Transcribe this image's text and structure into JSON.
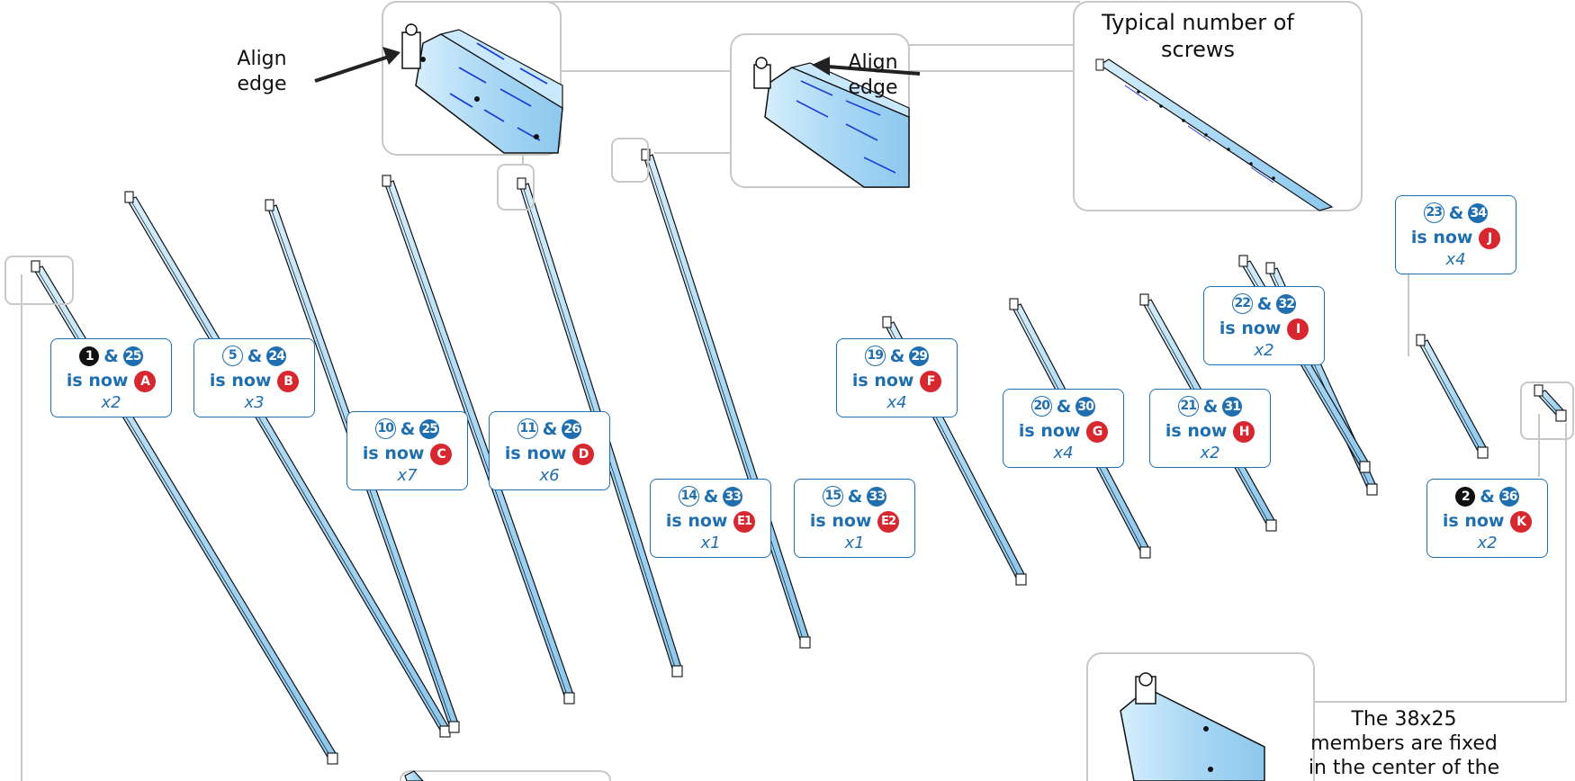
{
  "callouts": {
    "align_left": "Align\nedge",
    "align_right": "Align\nedge",
    "screws": "Typical number of\nscrews",
    "note": "The 38x25\nmembers are fixed\nin the center of the"
  },
  "labels": [
    {
      "n1": "1",
      "s1": "black",
      "n2": "25",
      "code": "A",
      "qty": "x2"
    },
    {
      "n1": "5",
      "s1": "outline",
      "n2": "24",
      "code": "B",
      "qty": "x3"
    },
    {
      "n1": "10",
      "s1": "outline",
      "n2": "25",
      "code": "C",
      "qty": "x7"
    },
    {
      "n1": "11",
      "s1": "outline",
      "n2": "26",
      "code": "D",
      "qty": "x6"
    },
    {
      "n1": "14",
      "s1": "outline",
      "n2": "33",
      "code": "E1",
      "qty": "x1"
    },
    {
      "n1": "15",
      "s1": "outline",
      "n2": "33",
      "code": "E2",
      "qty": "x1"
    },
    {
      "n1": "19",
      "s1": "outline",
      "n2": "29",
      "code": "F",
      "qty": "x4"
    },
    {
      "n1": "20",
      "s1": "outline",
      "n2": "30",
      "code": "G",
      "qty": "x4"
    },
    {
      "n1": "21",
      "s1": "outline",
      "n2": "31",
      "code": "H",
      "qty": "x2"
    },
    {
      "n1": "22",
      "s1": "outline",
      "n2": "32",
      "code": "I",
      "qty": "x2"
    },
    {
      "n1": "23",
      "s1": "outline",
      "n2": "34",
      "code": "J",
      "qty": "x4"
    },
    {
      "n1": "2",
      "s1": "black",
      "n2": "36",
      "code": "K",
      "qty": "x2"
    }
  ],
  "is_now": "is now",
  "amp": "&",
  "colors": {
    "member_fill": "#a9d8f5",
    "member_stroke": "#111111",
    "label_blue": "#1f6fb0",
    "code_red": "#d7282f",
    "frame_grey": "#c8c8c8",
    "screw_line": "#1b3fd6"
  }
}
